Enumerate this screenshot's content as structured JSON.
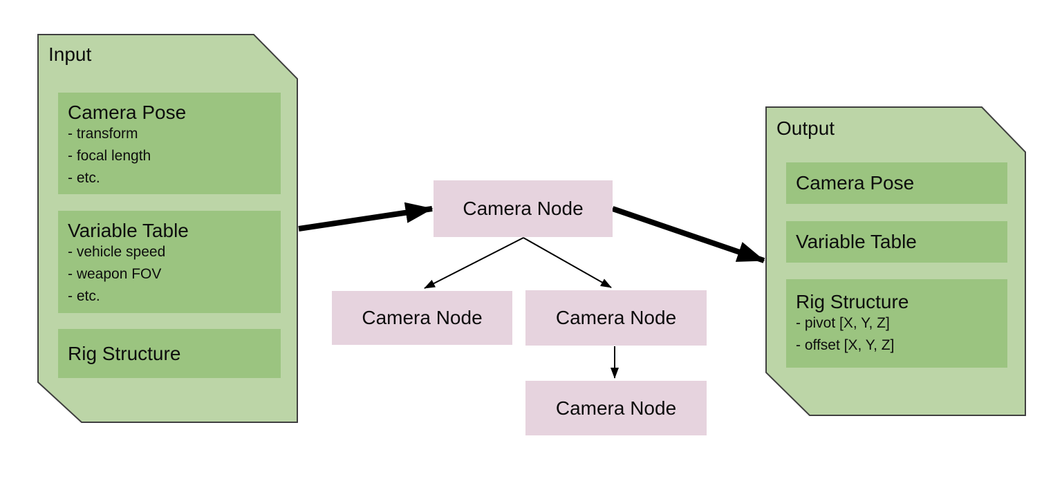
{
  "input": {
    "title": "Input",
    "sections": [
      {
        "title": "Camera Pose",
        "items": [
          "- transform",
          "- focal length",
          "- etc."
        ]
      },
      {
        "title": "Variable Table",
        "items": [
          "- vehicle speed",
          "- weapon FOV",
          "- etc."
        ]
      },
      {
        "title": "Rig Structure",
        "items": []
      }
    ]
  },
  "output": {
    "title": "Output",
    "sections": [
      {
        "title": "Camera Pose",
        "items": []
      },
      {
        "title": "Variable Table",
        "items": []
      },
      {
        "title": "Rig Structure",
        "items": [
          "- pivot [X, Y, Z]",
          "- offset [X, Y, Z]"
        ]
      }
    ]
  },
  "tree": {
    "root": {
      "label": "Camera Node"
    },
    "children": [
      {
        "label": "Camera Node"
      },
      {
        "label": "Camera Node"
      }
    ],
    "grandchild": {
      "label": "Camera Node"
    }
  },
  "colors": {
    "document_fill": "#bcd5a7",
    "section_fill": "#9bc480",
    "node_fill": "#e6d3de",
    "outline": "#3f3f3f",
    "arrow": "#000000",
    "text": "#0d0d0d",
    "background": "#ffffff"
  }
}
